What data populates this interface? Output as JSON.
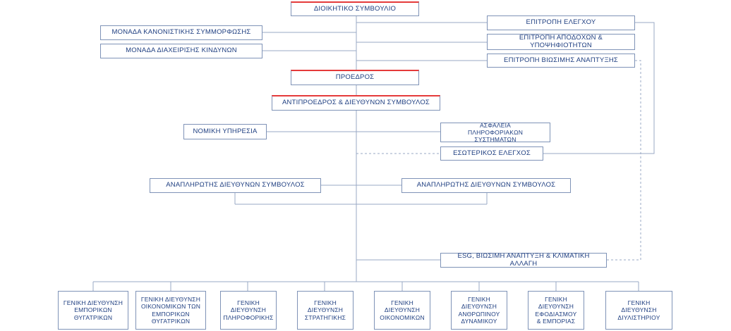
{
  "board": "ΔΙΟΙΚΗΤΙΚΟ ΣΥΜΒΟΥΛΙΟ",
  "compliance_unit": "ΜΟΝΑΔΑ ΚΑΝΟΝΙΣΤΙΚΗΣ ΣΥΜΜΟΡΦΩΣΗΣ",
  "risk_unit": "ΜΟΝΑΔΑ ΔΙΑΧΕΙΡΙΣΗΣ ΚΙΝΔΥΝΩΝ",
  "audit_committee": "ΕΠΙΤΡΟΠΗ ΕΛΕΓΧΟΥ",
  "remuneration_committee": "ΕΠΙΤΡΟΠΗ ΑΠΟΔΟΧΩΝ & ΥΠΟΨΗΦΙΟΤΗΤΩΝ",
  "sustainability_committee": "ΕΠΙΤΡΟΠΗ ΒΙΩΣΙΜΗΣ ΑΝΑΠΤΥΞΗΣ",
  "chairman": "ΠΡΟΕΔΡΟΣ",
  "vice_ceo": "ΑΝΤΙΠΡΟΕΔΡΟΣ & ΔΙΕΥΘΥΝΩΝ ΣΥΜΒΟΥΛΟΣ",
  "legal": "ΝΟΜΙΚΗ ΥΠΗΡΕΣΙΑ",
  "infosec": "ΑΣΦΑΛΕΙΑ ΠΛΗΡΟΦΟΡΙΑΚΩΝ ΣΥΣΤΗΜΑΤΩΝ",
  "internal_audit": "ΕΣΩΤΕΡΙΚΟΣ ΕΛΕΓΧΟΣ",
  "deputy_ceo_left": "ΑΝΑΠΛΗΡΩΤΗΣ ΔΙΕΥΘΥΝΩΝ ΣΥΜΒΟΥΛΟΣ",
  "deputy_ceo_right": "ΑΝΑΠΛΗΡΩΤΗΣ ΔΙΕΥΘΥΝΩΝ ΣΥΜΒΟΥΛΟΣ",
  "esg": "ESG, ΒΙΩΣΙΜΗ ΑΝΑΠΤΥΞΗ & ΚΛΙΜΑΤΙΚΗ ΑΛΛΑΓΗ",
  "divisions": [
    "ΓΕΝΙΚΗ ΔΙΕΥΘΥΝΣΗ ΕΜΠΟΡΙΚΩΝ ΘΥΓΑΤΡΙΚΩΝ",
    "ΓΕΝΙΚΗ ΔΙΕΥΘΥΝΣΗ ΟΙΚΟΝΟΜΙΚΩΝ ΤΩΝ ΕΜΠΟΡΙΚΩΝ ΘΥΓΑΤΡΙΚΩΝ",
    "ΓΕΝΙΚΗ ΔΙΕΥΘΥΝΣΗ ΠΛΗΡΟΦΟΡΙΚΗΣ",
    "ΓΕΝΙΚΗ ΔΙΕΥΘΥΝΣΗ ΣΤΡΑΤΗΓΙΚΗΣ",
    "ΓΕΝΙΚΗ ΔΙΕΥΘΥΝΣΗ ΟΙΚΟΝΟΜΙΚΩΝ",
    "ΓΕΝΙΚΗ ΔΙΕΥΘΥΝΣΗ ΑΝΘΡΩΠΙΝΟΥ ΔΥΝΑΜΙΚΟΥ",
    "ΓΕΝΙΚΗ ΔΙΕΥΘΥΝΣΗ ΕΦΟΔΙΑΣΜΟΥ & ΕΜΠΟΡΙΑΣ",
    "ΓΕΝΙΚΗ ΔΙΕΥΘΥΝΣΗ ΔΙΥΛΙΣΤΗΡΙΟΥ"
  ]
}
